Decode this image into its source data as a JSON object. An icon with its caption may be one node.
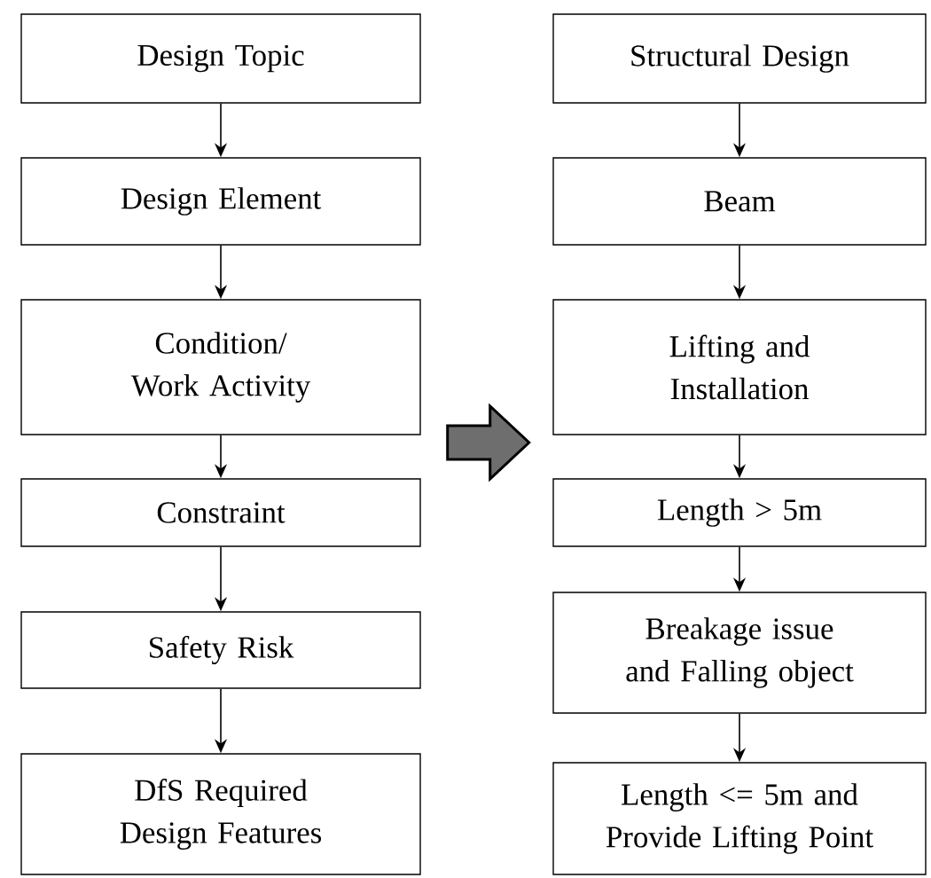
{
  "diagram": {
    "nodes": [
      {
        "text": [
          "Design Topic"
        ]
      },
      {
        "text": [
          "Design Element"
        ]
      },
      {
        "text": [
          "Condition/ Work Activity"
        ]
      },
      {
        "text": [
          "Constraint"
        ]
      },
      {
        "text": [
          "Safety Risk"
        ]
      },
      {
        "text": [
          "DfS Required Design Features"
        ]
      },
      {
        "text": [
          "Structural Design"
        ]
      },
      {
        "text": [
          "Beam"
        ]
      },
      {
        "text": [
          "Lifting and Installation"
        ]
      },
      {
        "text": [
          "Length > 5m"
        ]
      },
      {
        "text": [
          "Breakage issue and Falling object"
        ]
      },
      {
        "text": [
          "Length <= 5m and Provide Lifting Point"
        ]
      }
    ],
    "edges": [
      {
        "from": 0,
        "to": 1,
        "arrow": "to"
      },
      {
        "from": 1,
        "to": 2,
        "arrow": "to"
      },
      {
        "from": 2,
        "to": 3,
        "arrow": "to"
      },
      {
        "from": 3,
        "to": 4,
        "arrow": "to"
      },
      {
        "from": 4,
        "to": 5,
        "arrow": "to"
      },
      {
        "from": 2,
        "to": 8,
        "arrow": "to",
        "style": "thick"
      },
      {
        "from": 6,
        "to": 7,
        "arrow": "to"
      },
      {
        "from": 7,
        "to": 8,
        "arrow": "to"
      },
      {
        "from": 8,
        "to": 9,
        "arrow": "to"
      },
      {
        "from": 9,
        "to": 10,
        "arrow": "to"
      },
      {
        "from": 10,
        "to": 11,
        "arrow": "to"
      }
    ]
  }
}
